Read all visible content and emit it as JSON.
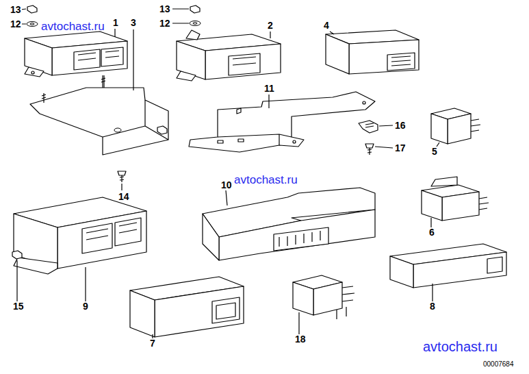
{
  "diagram": {
    "labels": [
      "13",
      "12",
      "avtochast.ru",
      "1",
      "3",
      "13",
      "12",
      "2",
      "4",
      "11",
      "16",
      "17",
      "5",
      "14",
      "avtochast.ru",
      "10",
      "6",
      "15",
      "9",
      "8",
      "7",
      "18",
      "avtochast.ru",
      "00007684"
    ]
  }
}
